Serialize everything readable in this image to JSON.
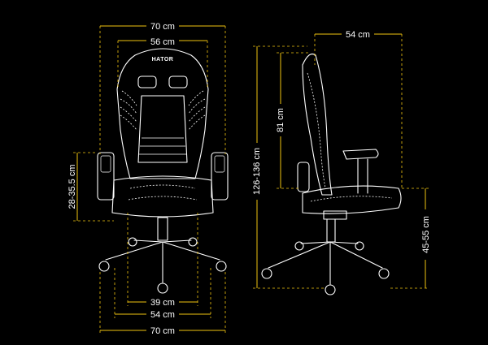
{
  "brand": {
    "logo_text": "HATOR"
  },
  "front_view": {
    "overall_width_top": "70 cm",
    "backrest_width": "56 cm",
    "armrest_height_range": "28-35.5 cm",
    "seat_width": "39 cm",
    "base_width": "54 cm",
    "overall_width_bottom": "70 cm"
  },
  "side_view": {
    "depth": "54 cm",
    "backrest_height": "81 cm",
    "total_height": "126-136 cm",
    "seat_height": "45-55 cm"
  },
  "colors": {
    "background": "#000000",
    "dimension_lines": "#f1c40f",
    "drawing_lines": "#ffffff",
    "labels": "#ffffff"
  }
}
